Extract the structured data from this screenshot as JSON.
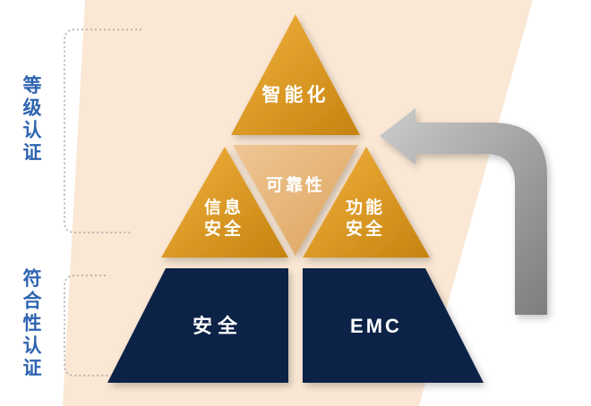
{
  "diagram": {
    "pyramid": {
      "top_label": "智能化",
      "center_label": "可靠性",
      "mid_left_line1": "信息",
      "mid_left_line2": "安全",
      "mid_right_line1": "功能",
      "mid_right_line2": "安全",
      "bottom_left_label": "安全",
      "bottom_right_label": "EMC"
    },
    "side_labels": {
      "grade_certification": "等级认证",
      "conformity_certification": "符合性认证"
    }
  },
  "colors": {
    "gold_light": "#f2b13e",
    "gold_dark": "#c5830f",
    "tan_light": "#efc795",
    "tan_dark": "#dda35c",
    "navy": "#0e2347",
    "background_band": "#fae7d4",
    "arrow_light": "#cccccc",
    "arrow_dark": "#7d7d7d",
    "side_text_blue": "#2e63b0",
    "bracket_gray": "#a8a8a8"
  }
}
